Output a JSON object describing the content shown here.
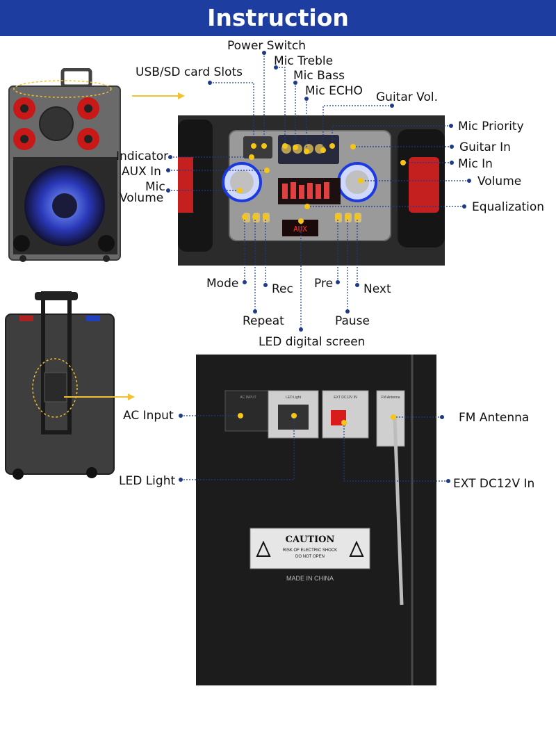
{
  "header": {
    "title": "Instruction"
  },
  "colors": {
    "header_bg": "#1e3da0",
    "leader_line": "#1e3a8a",
    "callout_dot": "#f5c518",
    "arrow": "#f2c230"
  },
  "front_panel_labels": {
    "power_switch": "Power Switch",
    "mic_treble": "Mic Treble",
    "usb_sd": "USB/SD card Slots",
    "mic_bass": "Mic Bass",
    "mic_echo": "Mic ECHO",
    "guitar_vol": "Guitar Vol.",
    "mic_priority": "Mic Priority",
    "guitar_in": "Guitar In",
    "indicator": "Indicator",
    "mic_in": "Mic In",
    "aux_in": "AUX In",
    "volume": "Volume",
    "mic_volume_1": "Mic",
    "mic_volume_2": "Volume",
    "equalization": "Equalization",
    "mode": "Mode",
    "rec": "Rec",
    "pre": "Pre",
    "next": "Next",
    "repeat": "Repeat",
    "pause": "Pause",
    "led_screen": "LED digital screen"
  },
  "rear_panel_labels": {
    "ac_input": "AC Input",
    "fm_antenna": "FM Antenna",
    "led_light": "LED Light",
    "ext_dc": "EXT DC12V In"
  },
  "panel_print": {
    "screen_text": "AUX",
    "caution_title": "CAUTION",
    "caution_line1": "RISK OF ELECTRIC SHOCK",
    "caution_line2": "DO NOT OPEN",
    "made_in": "MADE IN CHINA",
    "jack_ac": "AC INPUT",
    "jack_led": "LED Light",
    "jack_dc": "EXT DC12V IN",
    "jack_fm": "FM Antenna"
  }
}
